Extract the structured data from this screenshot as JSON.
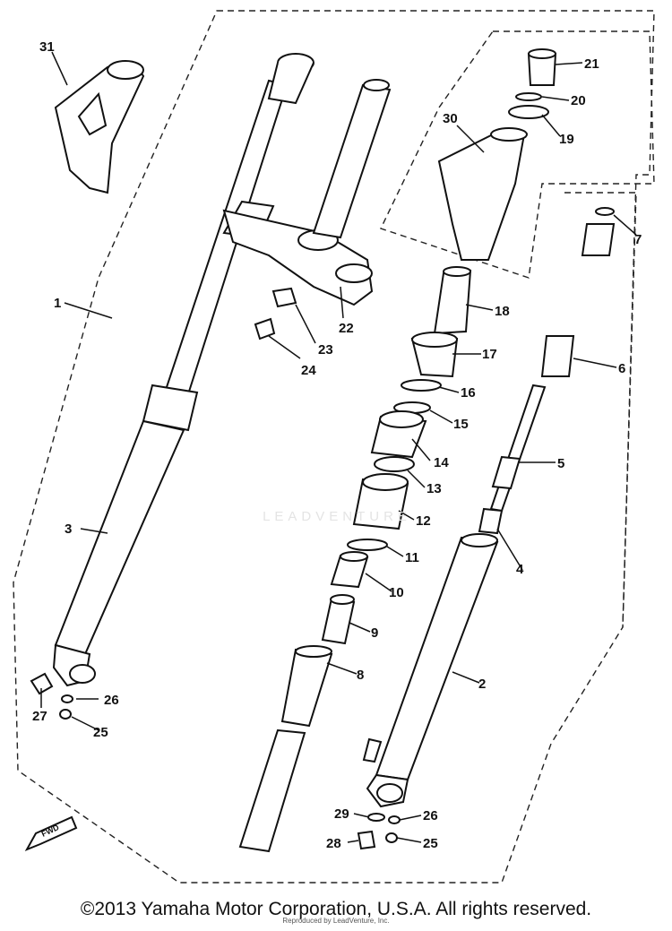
{
  "diagram": {
    "parts": [
      {
        "label": "31"
      },
      {
        "label": "1"
      },
      {
        "label": "3"
      },
      {
        "label": "27"
      },
      {
        "label": "26"
      },
      {
        "label": "25"
      },
      {
        "label": "22"
      },
      {
        "label": "23"
      },
      {
        "label": "24"
      },
      {
        "label": "18"
      },
      {
        "label": "17"
      },
      {
        "label": "16"
      },
      {
        "label": "15"
      },
      {
        "label": "14"
      },
      {
        "label": "13"
      },
      {
        "label": "12"
      },
      {
        "label": "11"
      },
      {
        "label": "10"
      },
      {
        "label": "9"
      },
      {
        "label": "8"
      },
      {
        "label": "21"
      },
      {
        "label": "20"
      },
      {
        "label": "19"
      },
      {
        "label": "30"
      },
      {
        "label": "7"
      },
      {
        "label": "6"
      },
      {
        "label": "5"
      },
      {
        "label": "4"
      },
      {
        "label": "2"
      },
      {
        "label": "29"
      },
      {
        "label": "26"
      },
      {
        "label": "28"
      },
      {
        "label": "25"
      }
    ],
    "fwd_label": "FWD",
    "watermark": "LEADVENTURE",
    "copyright": "©2013 Yamaha Motor Corporation, U.S.A. All rights reserved.",
    "reproduced": "Reproduced by LeadVenture, Inc."
  }
}
